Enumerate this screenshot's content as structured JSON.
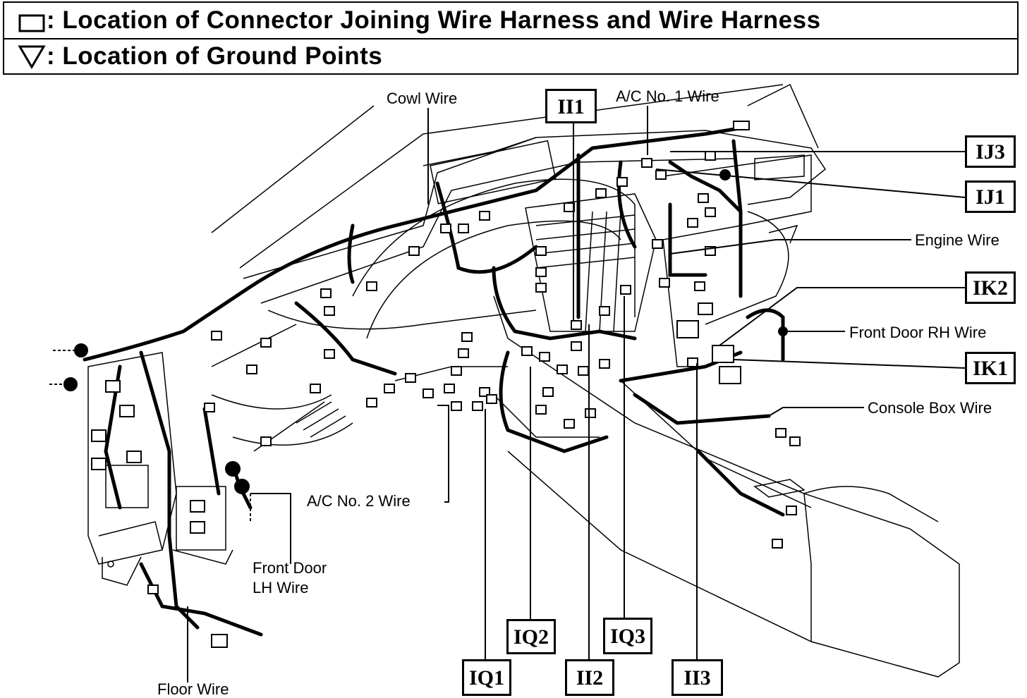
{
  "legend": {
    "connector_text": ": Location of Connector Joining Wire Harness and Wire Harness",
    "ground_text": ": Location of Ground Points"
  },
  "labels": {
    "cowl_wire": "Cowl Wire",
    "ac_no1_wire": "A/C No. 1 Wire",
    "engine_wire": "Engine Wire",
    "front_door_rh_wire": "Front Door RH Wire",
    "console_box_wire": "Console Box Wire",
    "ac_no2_wire": "A/C No. 2 Wire",
    "front_door_lh_wire_line1": "Front Door",
    "front_door_lh_wire_line2": "LH Wire",
    "floor_wire": "Floor Wire"
  },
  "codes": {
    "ii1": "II1",
    "ij3": "IJ3",
    "ij1": "IJ1",
    "ik2": "IK2",
    "ik1": "IK1",
    "iq2": "IQ2",
    "iq3": "IQ3",
    "iq1": "IQ1",
    "ii2": "II2",
    "ii3": "II3"
  }
}
